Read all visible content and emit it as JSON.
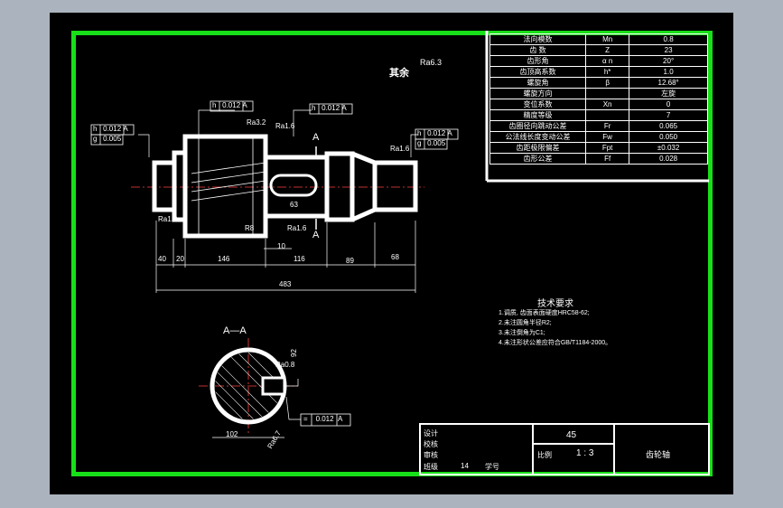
{
  "sheet": {
    "surface_finish_note": "其余",
    "surface_finish_value": "Ra6.3"
  },
  "gear_params": [
    {
      "name": "法向模数",
      "symbol": "Mn",
      "value": "0.8"
    },
    {
      "name": "齿    数",
      "symbol": "Z",
      "value": "23"
    },
    {
      "name": "齿形角",
      "symbol": "α n",
      "value": "20°"
    },
    {
      "name": "齿顶高系数",
      "symbol": "h*",
      "value": "1.0"
    },
    {
      "name": "螺旋角",
      "symbol": "β",
      "value": "12.68°"
    },
    {
      "name": "螺旋方向",
      "symbol": "",
      "value": "左旋"
    },
    {
      "name": "变位系数",
      "symbol": "Xn",
      "value": "0"
    },
    {
      "name": "精度等级",
      "symbol": "",
      "value": "7"
    },
    {
      "name": "齿圈径向跳动公差",
      "symbol": "Fr",
      "value": "0.065"
    },
    {
      "name": "公法线长度变动公差",
      "symbol": "Fw",
      "value": "0.050"
    },
    {
      "name": "齿距极限偏差",
      "symbol": "Fpt",
      "value": "±0.032"
    },
    {
      "name": "齿形公差",
      "symbol": "Ff",
      "value": "0.028"
    }
  ],
  "tech_requirements": {
    "title": "技术要求",
    "items": [
      "1.调质, 齿面表面硬度HRC58-62;",
      "2.未注圆角半径R2;",
      "3.未注倒角为C1;",
      "4.未注形状公差应符合GB/T1184-2000。"
    ]
  },
  "dimensions": {
    "d1": "40",
    "d2": "20",
    "d3": "146",
    "d4": "116",
    "d5": "89",
    "d6": "68",
    "total": "483",
    "gap": "10",
    "keyway": "63",
    "shoulder": "R8"
  },
  "roughness": {
    "r1": "Ra3.2",
    "r2": "Ra1.6",
    "r3": "Ra1.6",
    "r4": "Ra1.6",
    "r5": "Ra1.2",
    "r6": "Ra0.8",
    "r7": "Ra6.7"
  },
  "tolerance_frames": [
    {
      "sym": "h",
      "tol": "0.012",
      "datum": "A"
    },
    {
      "sym": "g",
      "tol": "0.005",
      "datum": ""
    },
    {
      "sym": "h",
      "tol": "0.012",
      "datum": "A"
    },
    {
      "sym": "h",
      "tol": "0.012",
      "datum": "A"
    },
    {
      "sym": "h",
      "tol": "0.012",
      "datum": "A"
    },
    {
      "sym": "g",
      "tol": "0.005",
      "datum": ""
    },
    {
      "sym": "=",
      "tol": "0.012",
      "datum": "A"
    }
  ],
  "section": {
    "label": "A—A",
    "cut_mark": "A",
    "diameter": "102",
    "depth": "92"
  },
  "title_block": {
    "material": "45",
    "scale_label": "比例",
    "scale": "1 : 3",
    "part_name": "齿轮轴",
    "rows": [
      "设计",
      "校核",
      "审核",
      "班级"
    ],
    "student_id_label": "学号",
    "class_value": "14"
  },
  "colors": {
    "frame": "#18e018",
    "background": "#000000",
    "lines": "#ffffff",
    "outer": "#abb4be"
  }
}
